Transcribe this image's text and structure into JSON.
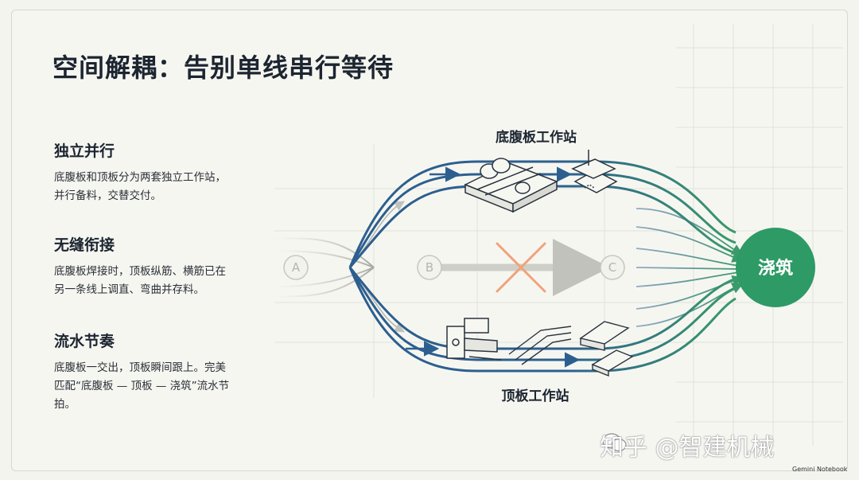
{
  "title": "空间解耦：告别单线串行等待",
  "sections": [
    {
      "heading": "独立并行",
      "lines": [
        "底腹板和顶板分为两套独立工作站，",
        "并行备料，交替交付。"
      ]
    },
    {
      "heading": "无缝衔接",
      "lines": [
        "底腹板焊接时，顶板纵筋、横筋已在",
        "另一条线上调直、弯曲并存料。"
      ]
    },
    {
      "heading": "流水节奏",
      "lines": [
        "底腹板一交出，顶板瞬间跟上。完美",
        "匹配“底腹板 — 顶板 — 浇筑”流水节",
        "拍。"
      ]
    }
  ],
  "diagram": {
    "top_station": "底腹板工作站",
    "bottom_station": "顶板工作站",
    "nodes": [
      "A",
      "B",
      "C"
    ],
    "target": "浇筑",
    "colors": {
      "blue": "#2c5f8f",
      "green": "#3a9a6a",
      "target": "#2e9a66"
    }
  },
  "watermark": "知乎 @智建机械",
  "footer": "Gemini Notebook"
}
